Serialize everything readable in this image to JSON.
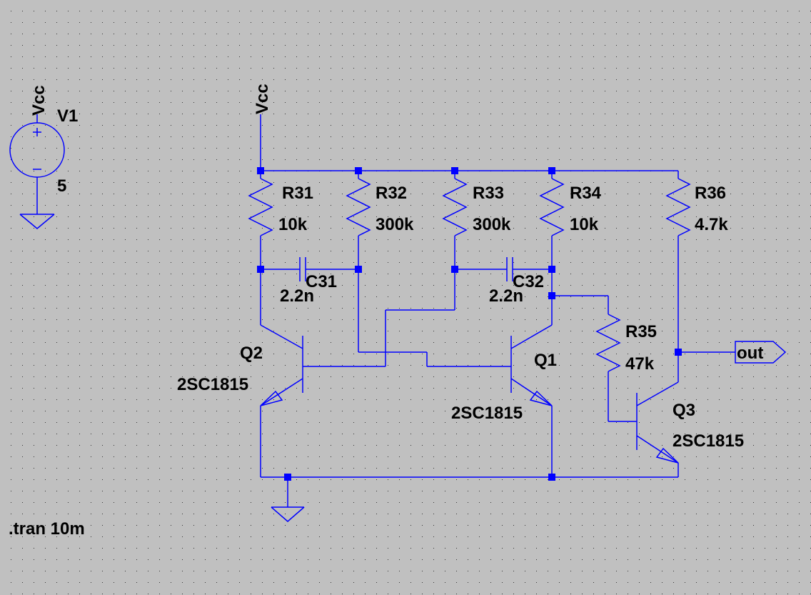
{
  "colors": {
    "background": "#c0c0c0",
    "grid_dot": "#000000",
    "wire": "#0000ff",
    "text": "#000000"
  },
  "source": {
    "net": "Vcc",
    "name": "V1",
    "value": "5"
  },
  "supply_net": "Vcc",
  "resistors": [
    {
      "name": "R31",
      "value": "10k"
    },
    {
      "name": "R32",
      "value": "300k"
    },
    {
      "name": "R33",
      "value": "300k"
    },
    {
      "name": "R34",
      "value": "10k"
    },
    {
      "name": "R36",
      "value": "4.7k"
    },
    {
      "name": "R35",
      "value": "47k"
    }
  ],
  "capacitors": [
    {
      "name": "C31",
      "value": "2.2n"
    },
    {
      "name": "C32",
      "value": "2.2n"
    }
  ],
  "transistors": [
    {
      "name": "Q2",
      "model": "2SC1815"
    },
    {
      "name": "Q1",
      "model": "2SC1815"
    },
    {
      "name": "Q3",
      "model": "2SC1815"
    }
  ],
  "output_label": "out",
  "directive": ".tran 10m"
}
